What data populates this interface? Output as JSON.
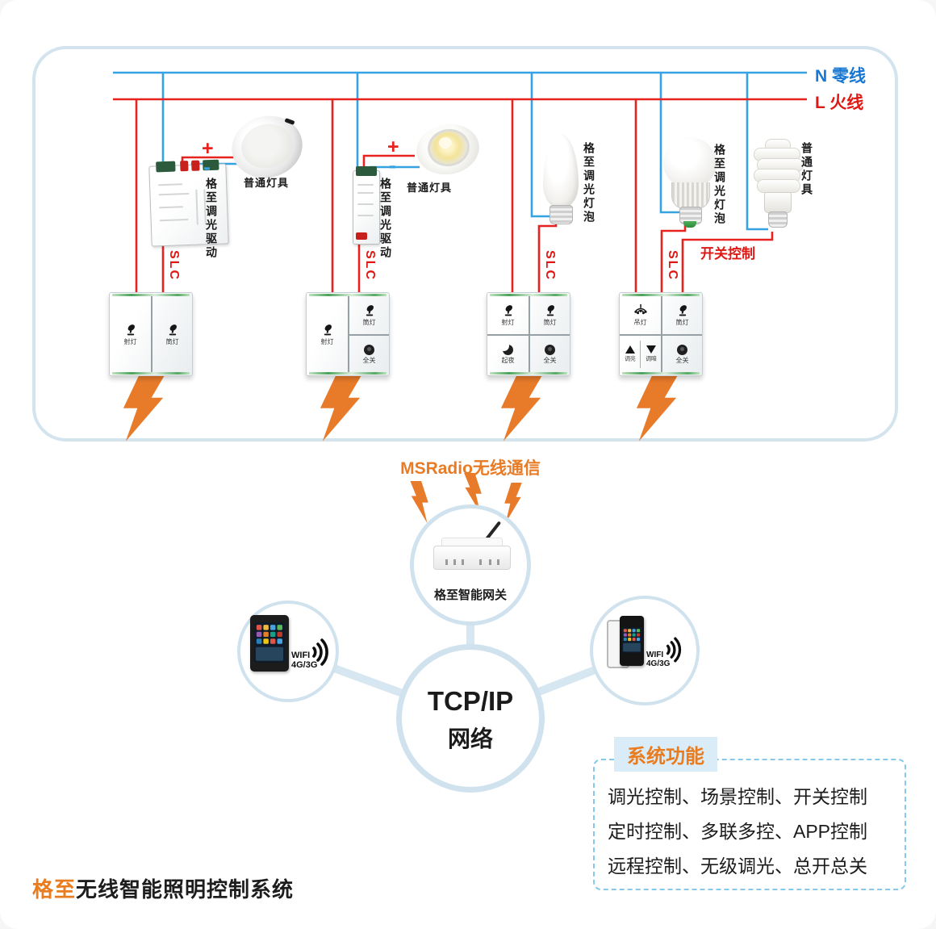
{
  "panel": {
    "neutral_label": "N 零线",
    "live_label": "L 火线",
    "plus": "+",
    "minus": "-",
    "slc": "SLC",
    "switch_control": "开关控制",
    "driver_label": "格至调光驱动",
    "ordinary_lamp_label": "普通灯具",
    "dimming_bulb_label": "格至调光灯泡"
  },
  "switches": {
    "sw1": {
      "btn1": "射灯",
      "btn2": "筒灯"
    },
    "sw2": {
      "btn1": "射灯",
      "btn2": "筒灯",
      "btn3": "全关"
    },
    "sw3": {
      "btn1": "射灯",
      "btn2": "筒灯",
      "btn3": "起夜",
      "btn4": "全关"
    },
    "sw4": {
      "btn1": "吊灯",
      "btn2": "筒灯",
      "btn3": "调亮",
      "btn4": "调暗",
      "btn5": "全关"
    }
  },
  "wireless": {
    "title": "MSRadio无线通信",
    "gateway_label": "格至智能网关"
  },
  "network": {
    "tcp_line1": "TCP/IP",
    "tcp_line2": "网络",
    "wifi_label": "WIFI",
    "cell_label": "4G/3G"
  },
  "features": {
    "title": "系统功能",
    "line1": "调光控制、场景控制、开关控制",
    "line2": "定时控制、多联多控、APP控制",
    "line3": "远程控制、无级调光、总开总关"
  },
  "footer": {
    "brand": "格至",
    "title": "无线智能照明控制系统"
  },
  "colors": {
    "wire_blue": "#35a2e2",
    "wire_red": "#e8231f",
    "accent_orange": "#e87c26",
    "panel_border": "#d3e4ef"
  }
}
